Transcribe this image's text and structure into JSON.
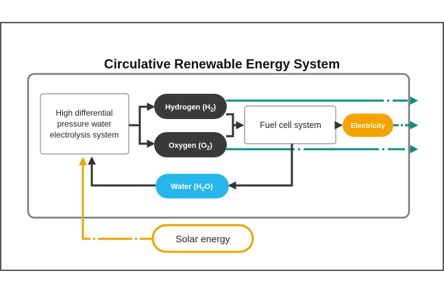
{
  "title": "Circulative Renewable Energy System",
  "nodes": {
    "electrolysis": {
      "line1": "High differential",
      "line2": "pressure water",
      "line3": "electrolysis system"
    },
    "hydrogen": {
      "text": "Hydrogen (H",
      "sub": "2",
      "close": ")"
    },
    "oxygen": {
      "text": "Oxygen (O",
      "sub": "2",
      "close": ")"
    },
    "fuel_cell": {
      "text": "Fuel cell system"
    },
    "electricity": {
      "text": "Electricity"
    },
    "water": {
      "text": "Water (H",
      "sub": "2",
      "close": "O)"
    },
    "solar": {
      "text": "Solar energy"
    }
  },
  "colors": {
    "frame": "#555555",
    "panel_border": "#7a7a7a",
    "dark_pill": "#3a3a3a",
    "teal": "#0e8c7f",
    "orange": "#f5a300",
    "blue": "#26b6ec",
    "solar_line": "#e6a400",
    "arrow_dark": "#333333"
  }
}
